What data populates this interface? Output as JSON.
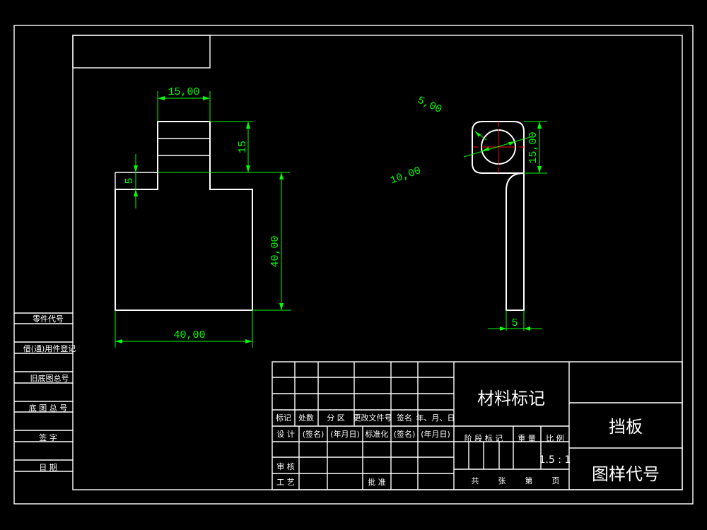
{
  "drawing": {
    "part_name": "挡板",
    "material_label": "材料标记",
    "drawing_code_label": "图样代号",
    "scale": "1.5 : 1"
  },
  "dimensions": {
    "tab_width": "15,00",
    "tab_height": "15",
    "notch_depth": "5",
    "body_height": "40,00",
    "body_width": "40,00",
    "fillet_radius": "5,00",
    "hole_diameter": "10,00",
    "head_height": "15,00",
    "thickness": "5"
  },
  "left_strip": [
    "零件代号",
    "借(通)用件登记",
    "旧底图总号",
    "底 图 总 号",
    "签  字",
    "日  期"
  ],
  "title_block": {
    "header_row": [
      "标记",
      "处数",
      "分 区",
      "更改文件号",
      "签名",
      "年、月、日"
    ],
    "design_row": [
      "设  计",
      "(签名)",
      "(年月日)",
      "标准化",
      "(签名)",
      "(年月日)"
    ],
    "review": "审  核",
    "process": "工  艺",
    "approve": "批  准",
    "stage_row": [
      "阶 段 标 记",
      "重  量",
      "比  例"
    ],
    "sheets_row": [
      "共",
      "张",
      "第",
      "页"
    ]
  }
}
